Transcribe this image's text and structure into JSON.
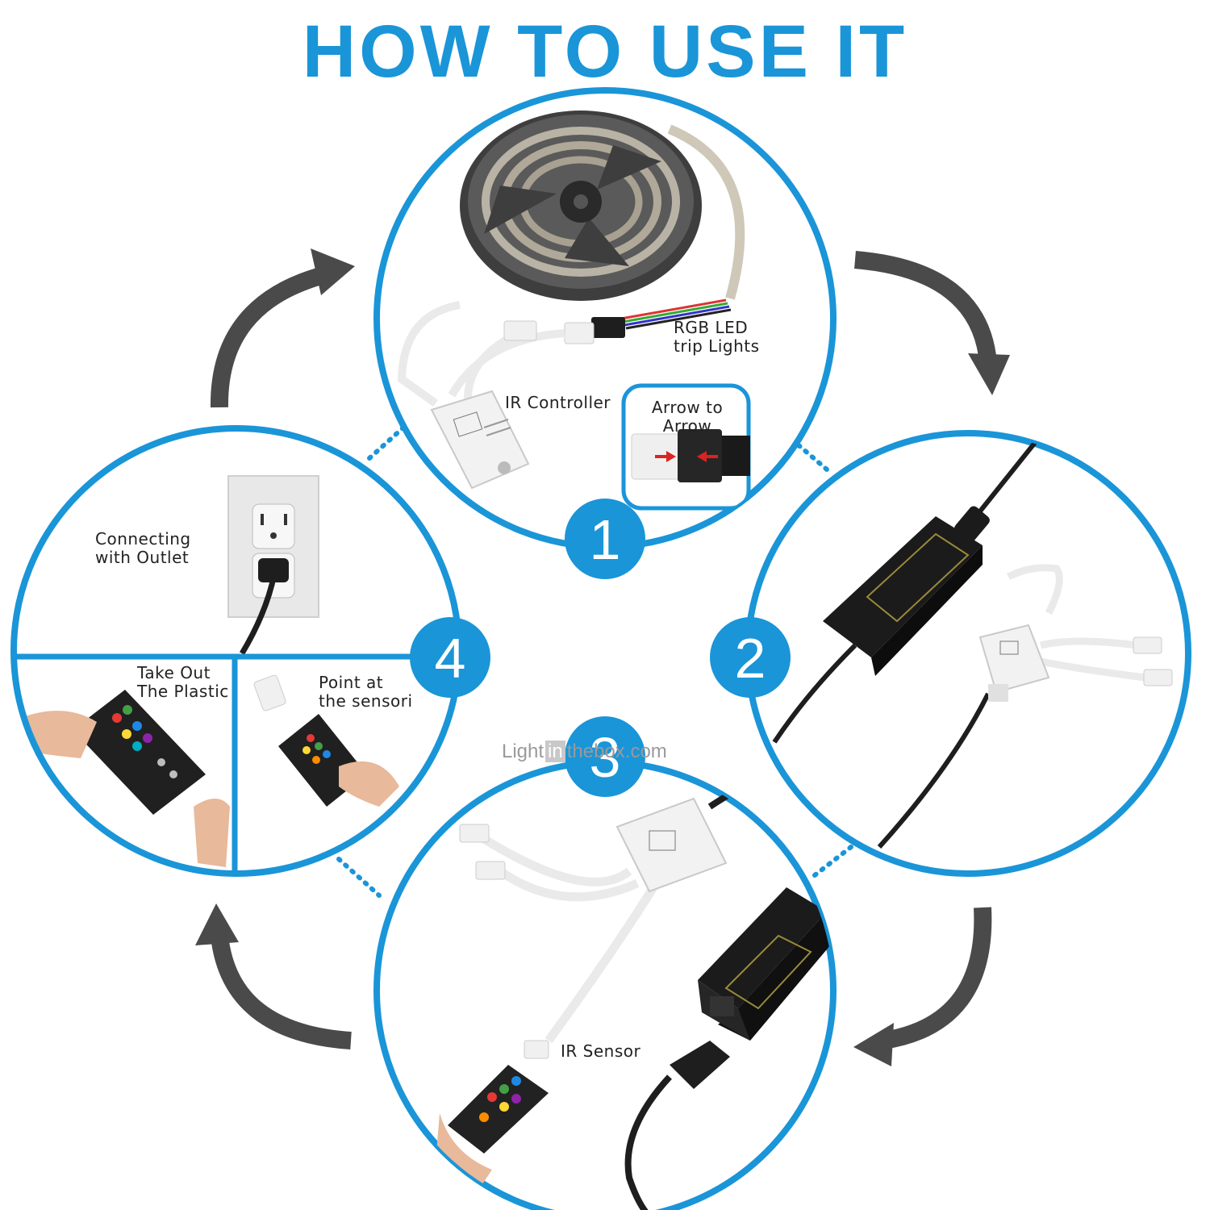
{
  "title": "HOW TO USE IT",
  "steps": [
    {
      "number": "1",
      "labels": {
        "strip": [
          "RGB LED",
          "trip Lights"
        ],
        "controller": [
          "IR Controller"
        ],
        "arrow": [
          "Arrow to",
          "Arrow"
        ]
      }
    },
    {
      "number": "2"
    },
    {
      "number": "3",
      "labels": {
        "sensor": [
          "IR Sensor"
        ]
      }
    },
    {
      "number": "4",
      "labels": {
        "outlet": [
          "Connecting",
          "with Outlet"
        ],
        "plastic": [
          "Take Out",
          "The Plastic"
        ],
        "point": [
          "Point at",
          "the sensori"
        ]
      }
    }
  ],
  "watermark": {
    "left": "Light",
    "box": "in",
    "right": "thebox.com"
  },
  "colors": {
    "accent": "#1a95d8",
    "arrow": "#4a4a4a",
    "cable": "#1e1e1e",
    "device": "#f2f2f2"
  },
  "icons": [
    "curved-arrow-icon",
    "led-reel-icon",
    "ir-controller-icon",
    "connector-icon",
    "power-adapter-icon",
    "power-outlet-icon",
    "remote-control-icon",
    "hand-icon",
    "plug-icon"
  ]
}
